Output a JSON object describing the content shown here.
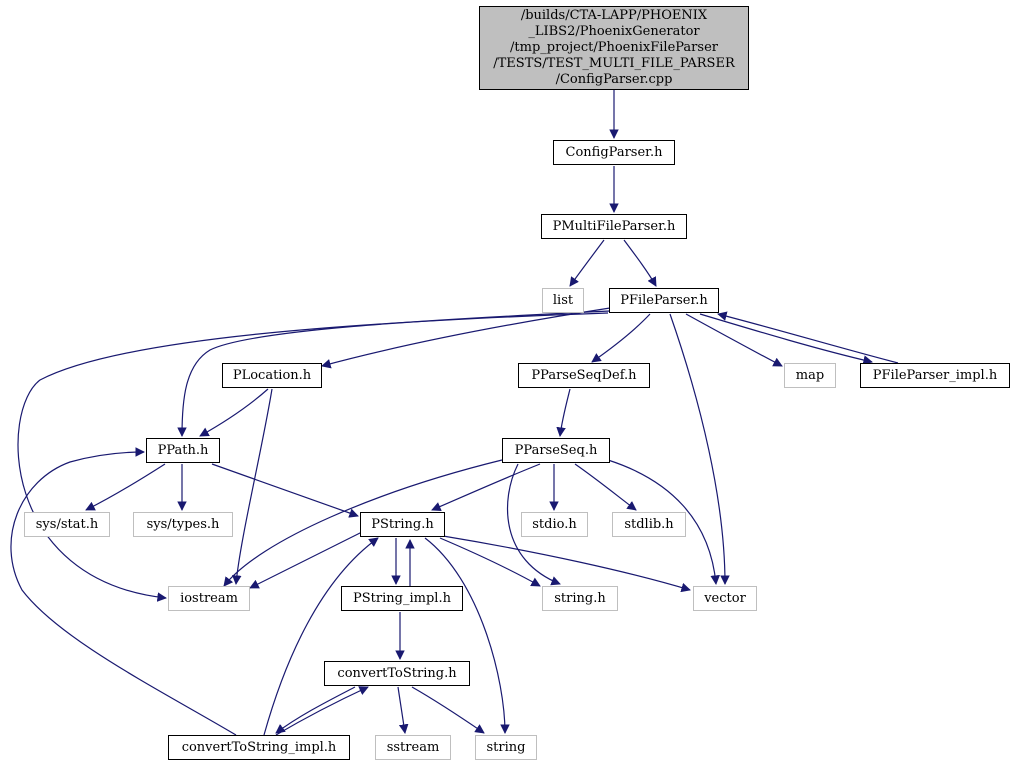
{
  "colors": {
    "edge": "#191970",
    "root_fill": "#bfbfbf",
    "system_border": "#bfbfbf",
    "local_border": "#000000"
  },
  "root": {
    "lines": [
      "/builds/CTA-LAPP/PHOENIX",
      "_LIBS2/PhoenixGenerator",
      "/tmp_project/PhoenixFileParser",
      "/TESTS/TEST_MULTI_FILE_PARSER",
      "/ConfigParser.cpp"
    ]
  },
  "nodes": {
    "configparser_h": "ConfigParser.h",
    "pmultifileparser_h": "PMultiFileParser.h",
    "list": "list",
    "pfileparser_h": "PFileParser.h",
    "plocation_h": "PLocation.h",
    "pparseseqdef_h": "PParseSeqDef.h",
    "map": "map",
    "pfileparser_impl_h": "PFileParser_impl.h",
    "ppath_h": "PPath.h",
    "pparseseq_h": "PParseSeq.h",
    "sys_stat_h": "sys/stat.h",
    "sys_types_h": "sys/types.h",
    "pstring_h": "PString.h",
    "stdio_h": "stdio.h",
    "stdlib_h": "stdlib.h",
    "iostream": "iostream",
    "pstring_impl_h": "PString_impl.h",
    "string_h": "string.h",
    "vector": "vector",
    "converttostring_h": "convertToString.h",
    "converttostring_impl_h": "convertToString_impl.h",
    "sstream": "sstream",
    "string": "string"
  }
}
